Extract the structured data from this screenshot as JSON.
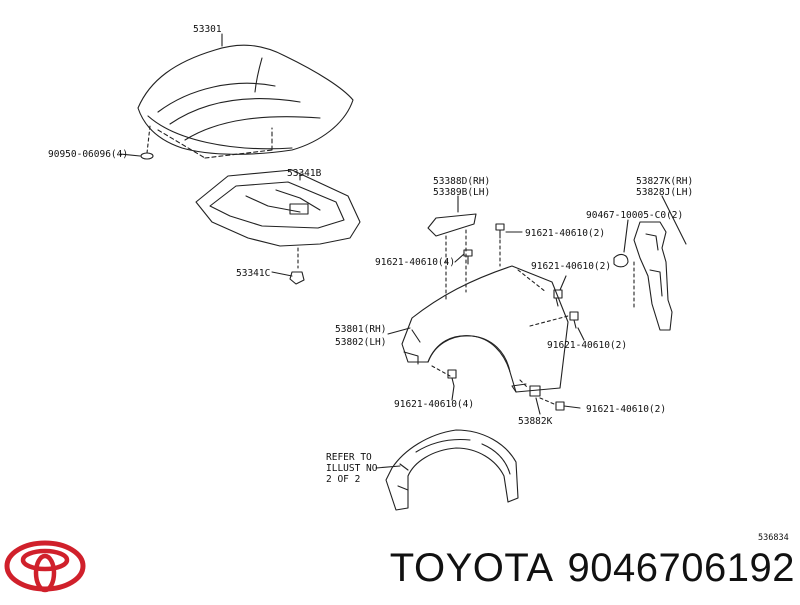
{
  "colors": {
    "line": "#222222",
    "logo": "#d0202b",
    "background": "#ffffff"
  },
  "icons": {
    "logo": "toyota-logo-icon"
  },
  "parts": {
    "hood": "53301",
    "hood_plug": "90950-06096(4)",
    "hood_insulator": "53341B",
    "insulator_clip": "53341C",
    "fender_seal_rh": "53388D(RH)",
    "fender_seal_lh": "53389B(LH)",
    "bracket_rh": "53827K(RH)",
    "bracket_lh": "53828J(LH)",
    "bracket_clip": "90467-10005-C0(2)",
    "bolt_a": "91621-40610(2)",
    "bolt_b": "91621-40610(4)",
    "bolt_c": "91621-40610(2)",
    "fender_rh": "53801(RH)",
    "fender_lh": "53802(LH)",
    "bolt_d": "91621-40610(2)",
    "bolt_e": "91621-40610(4)",
    "fender_bracket": "53882K",
    "bolt_f": "91621-40610(2)"
  },
  "refer_note": [
    "REFER TO",
    "ILLUST NO",
    "2 OF 2"
  ],
  "diagram_code": "536834",
  "brand": {
    "name": "TOYOTA",
    "part_number": "9046706192"
  }
}
